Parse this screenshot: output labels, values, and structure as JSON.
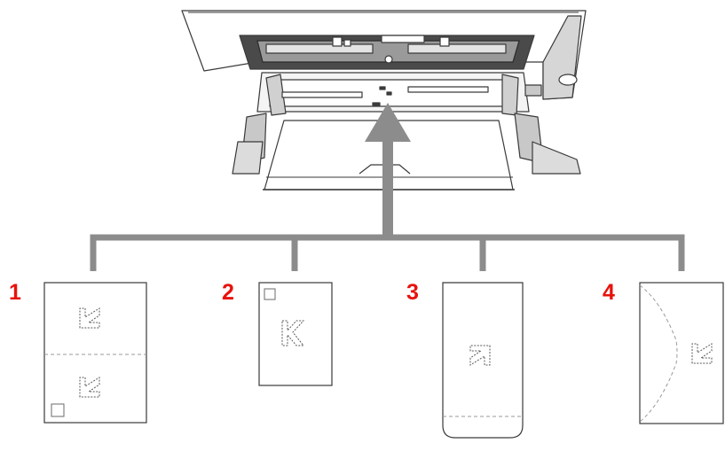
{
  "labels": {
    "option1": "1",
    "option2": "2",
    "option3": "3",
    "option4": "4"
  },
  "paper_letter": "K",
  "colors": {
    "callout_number": "#e8120c",
    "arrow_and_lines": "#8c8c8c",
    "printer_outline": "#3a3a3a",
    "printer_shadow": "#bcbcbc"
  },
  "icons": [
    "printer-mp-tray-illustration",
    "insert-direction-arrow",
    "dashed-k-mark",
    "envelope-flap"
  ]
}
